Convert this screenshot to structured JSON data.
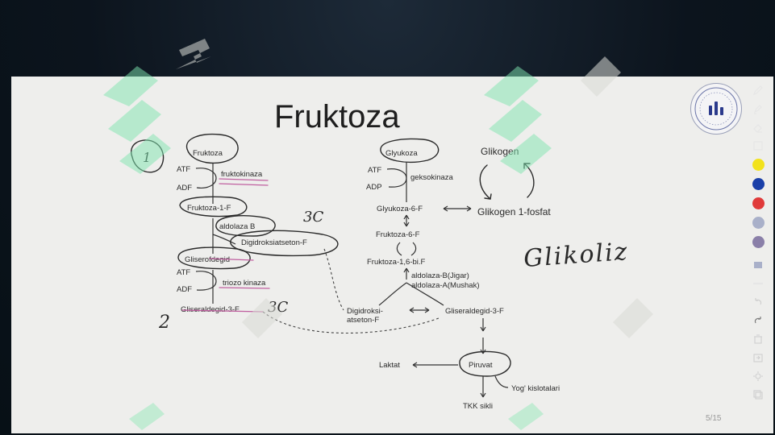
{
  "slide": {
    "title": "Fruktoza",
    "page_number": "5/15"
  },
  "left_pathway": {
    "fruktoza": "Fruktoza",
    "atf1": "ATF",
    "adf1": "ADF",
    "fruktokinaza": "fruktokinaza",
    "fruktoza_1_f": "Fruktoza-1-F",
    "aldolaza_b": "aldolaza B",
    "digidroksiaseton_f": "Digidroksiatseton-F",
    "gliserofdegid": "Gliserofdegid",
    "atf2": "ATF",
    "adf2": "ADF",
    "triozokinaza": "triozo kinaza",
    "gliseraldegid_3_f": "Gliseraldegid-3-F"
  },
  "right_pathway": {
    "glyukoza": "Glyukoza",
    "atf": "ATF",
    "adp": "ADP",
    "geksokinaza": "geksokinaza",
    "glyukoza_6_f": "Glyukoza-6-F",
    "glikogen": "Glikogen",
    "glikogen_1_fosfat": "Glikogen 1-fosfat",
    "fruktoza_6_f": "Fruktoza-6-F",
    "fruktoza_16_bif": "Fruktoza-1,6-bi.F",
    "aldolaza_1": "aldolaza-B(Jigar)",
    "aldolaza_2": "aldolaza-A(Mushak)",
    "digidroksi_1": "Digidroksi-",
    "digidroksi_2": "atseton-F",
    "gliseraldegid_3_f": "Gliseraldegid-3-F",
    "laktat": "Laktat",
    "piruvat": "Piruvat",
    "yog_kislotalari": "Yog' kislotalari",
    "tkk_sikli": "TKK sikli"
  },
  "annotations": {
    "number_1": "1",
    "number_2": "2",
    "three_c_1": "3C",
    "three_c_2": "3C",
    "glikoliz": "Glikoliz"
  },
  "toolbar": {
    "tools": [
      "pen-icon",
      "highlighter-icon",
      "eraser-icon",
      "select-box-icon"
    ],
    "colors": [
      "#f2e21c",
      "#1a3fa8",
      "#e03a3a",
      "#a9b0c9",
      "#8a7fa8"
    ],
    "bottom_tools": [
      "shape-icon",
      "line-icon",
      "undo-icon",
      "redo-icon",
      "clear-icon",
      "export-icon",
      "settings-icon",
      "copy-icon"
    ]
  },
  "colors": {
    "watermark": "#7fe6b0",
    "handwriting": "#2a2a2a",
    "pink_ink": "#c060a0"
  }
}
